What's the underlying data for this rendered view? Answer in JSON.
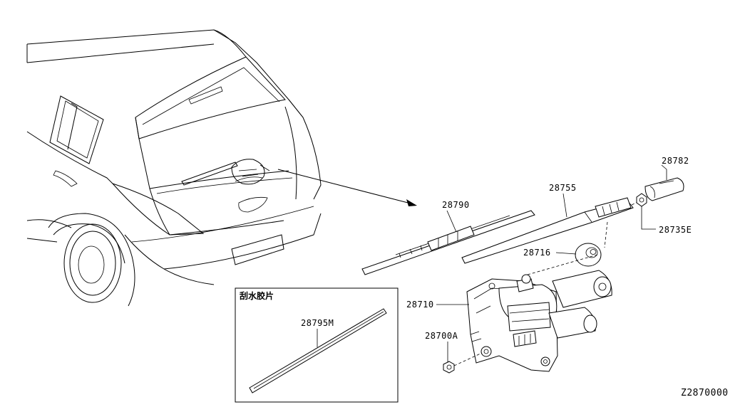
{
  "diagram": {
    "code": "Z2870000",
    "inset_title": "刮水胶片",
    "parts": {
      "p28782": "28782",
      "p28755": "28755",
      "p28790": "28790",
      "p28735E": "28735E",
      "p28716": "28716",
      "p28710": "28710",
      "p28700A": "28700A",
      "p28795M": "28795M"
    }
  }
}
